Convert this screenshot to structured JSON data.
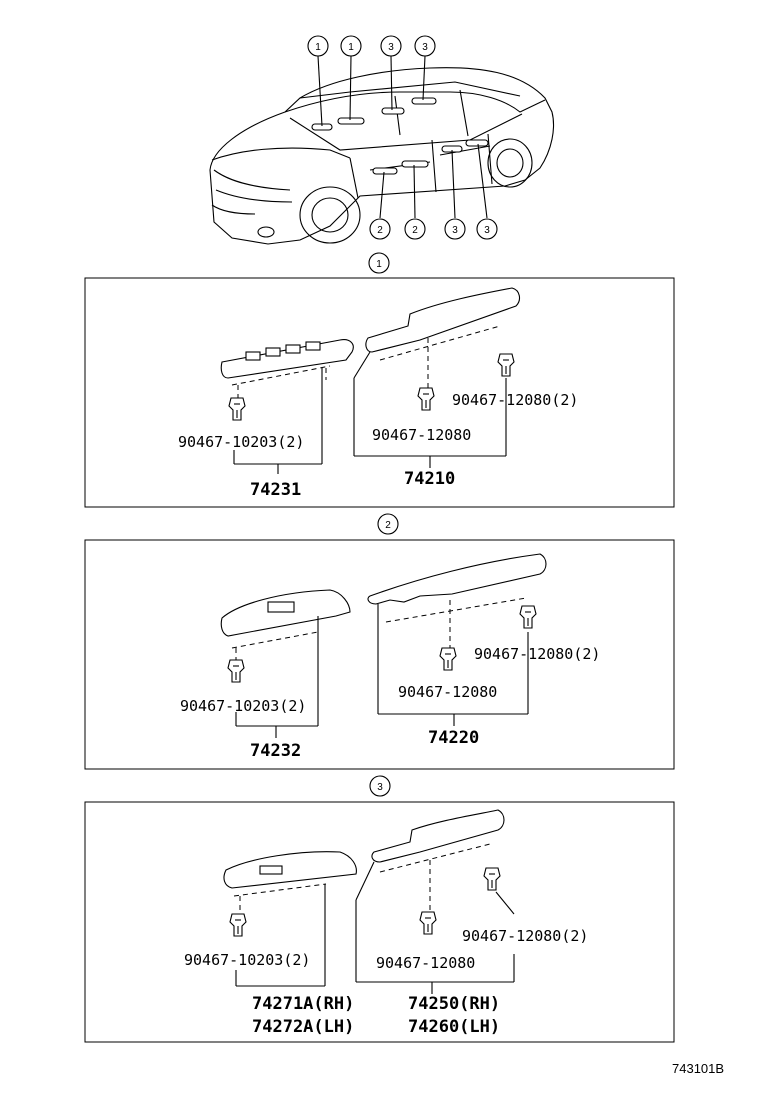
{
  "callouts": {
    "top_row": [
      "1",
      "1",
      "3",
      "3"
    ],
    "bottom_row": [
      "2",
      "2",
      "3",
      "3"
    ]
  },
  "sections": [
    {
      "marker": "1",
      "clip_left": "90467-10203(2)",
      "part_left": "74231",
      "clip_mid": "90467-12080",
      "clip_right": "90467-12080(2)",
      "part_right": "74210"
    },
    {
      "marker": "2",
      "clip_left": "90467-10203(2)",
      "part_left": "74232",
      "clip_mid": "90467-12080",
      "clip_right": "90467-12080(2)",
      "part_right": "74220"
    },
    {
      "marker": "3",
      "clip_left": "90467-10203(2)",
      "part_left_rh": "74271A(RH)",
      "part_left_lh": "74272A(LH)",
      "clip_mid": "90467-12080",
      "clip_right": "90467-12080(2)",
      "part_right_rh": "74250(RH)",
      "part_right_lh": "74260(LH)"
    }
  ],
  "diagram_id": "743101B"
}
